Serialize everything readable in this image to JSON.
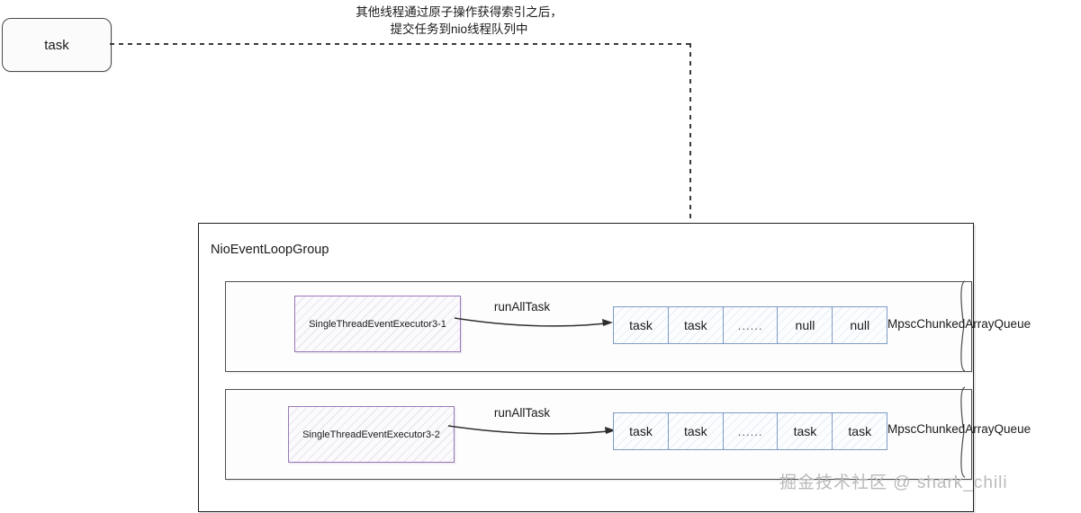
{
  "diagram": {
    "task_node": {
      "label": "task"
    },
    "annotation": {
      "text": "其他线程通过原子操作获得索引之后，\n提交任务到nio线程队列中"
    },
    "group": {
      "title": "NioEventLoopGroup"
    },
    "rows": [
      {
        "executor_label": "SingleThreadEventExecutor3-1",
        "arrow_label": "runAllTask",
        "queue_label": "MpscChunkedArrayQueue",
        "cells": [
          "task",
          "task",
          "......",
          "null",
          "null"
        ]
      },
      {
        "executor_label": "SingleThreadEventExecutor3-2",
        "arrow_label": "runAllTask",
        "queue_label": "MpscChunkedArrayQueue",
        "cells": [
          "task",
          "task",
          "......",
          "task",
          "task"
        ]
      }
    ],
    "watermark": "掘金技术社区 @ shark_chili",
    "colors": {
      "executor_border": "#9a79b8",
      "queue_border": "#7f9cc4",
      "outline": "#1e1e1e",
      "dash": "#3a3a3a",
      "watermark": "#b9b9b9"
    }
  }
}
